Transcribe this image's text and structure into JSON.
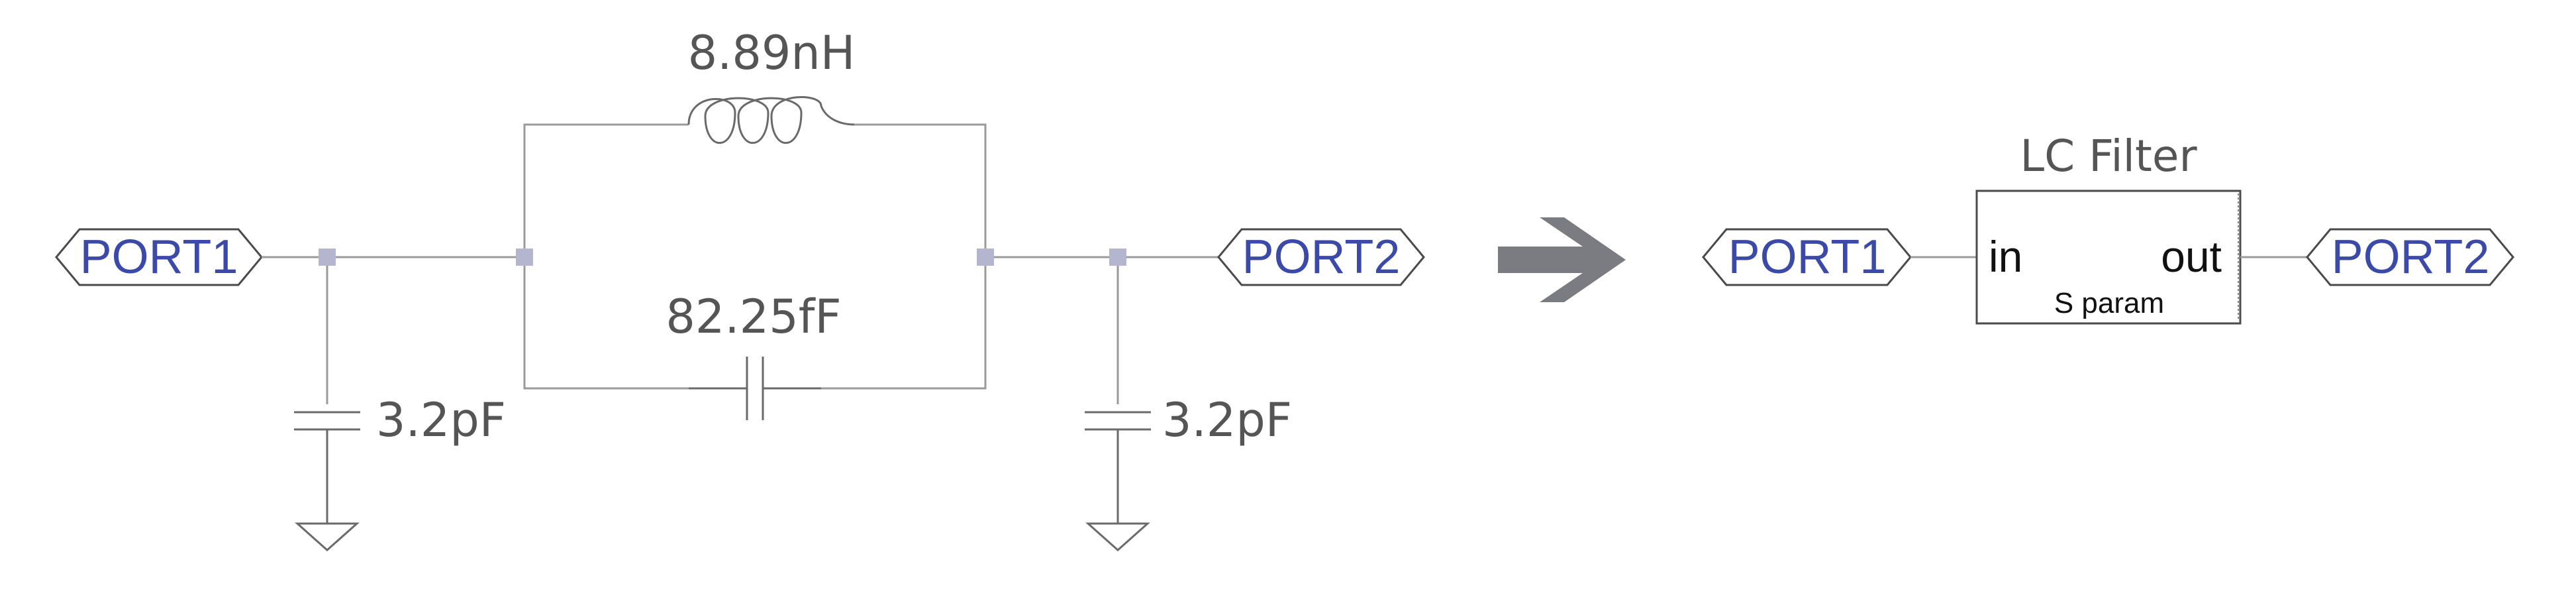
{
  "schematic": {
    "port_left": "PORT1",
    "port_right": "PORT2",
    "inductor_value": "8.89nH",
    "series_cap_value": "82.25fF",
    "shunt_cap_left_value": "3.2pF",
    "shunt_cap_right_value": "3.2pF"
  },
  "block": {
    "title": "LC Filter",
    "pin_in": "in",
    "pin_out": "out",
    "subtitle": "S param",
    "port_left": "PORT1",
    "port_right": "PORT2"
  },
  "colors": {
    "port_text": "#3b4aa8",
    "node": "#b4b6cf",
    "arrow": "#7b7b82"
  },
  "icons": {
    "transform_arrow": "right-arrow-icon",
    "ground": "ground-icon"
  }
}
